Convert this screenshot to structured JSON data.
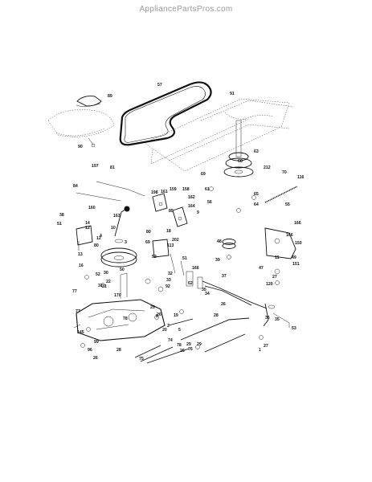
{
  "watermark": "AppliancePartsPros.com",
  "part_labels": [
    "89",
    "90",
    "57",
    "91",
    "63",
    "212",
    "70",
    "116",
    "69",
    "68",
    "61",
    "65",
    "56",
    "64",
    "55",
    "197",
    "81",
    "84",
    "198",
    "161",
    "159",
    "158",
    "162",
    "160",
    "85",
    "164",
    "163",
    "10",
    "9",
    "166",
    "202",
    "166",
    "150",
    "48",
    "38",
    "14",
    "12",
    "12",
    "80",
    "69",
    "3",
    "4",
    "80",
    "18",
    "113",
    "52",
    "51",
    "51",
    "13",
    "11",
    "27",
    "47",
    "49",
    "151",
    "39",
    "166",
    "120",
    "16",
    "52",
    "30",
    "22",
    "31",
    "31",
    "50",
    "32",
    "33",
    "92",
    "62",
    "26",
    "35",
    "34",
    "37",
    "170",
    "77",
    "78",
    "28",
    "25",
    "26",
    "19",
    "29",
    "5",
    "96",
    "8",
    "2",
    "36",
    "35",
    "53",
    "20",
    "29",
    "77",
    "145",
    "99",
    "26",
    "75",
    "74",
    "76",
    "78",
    "26",
    "27",
    "1",
    "28"
  ]
}
